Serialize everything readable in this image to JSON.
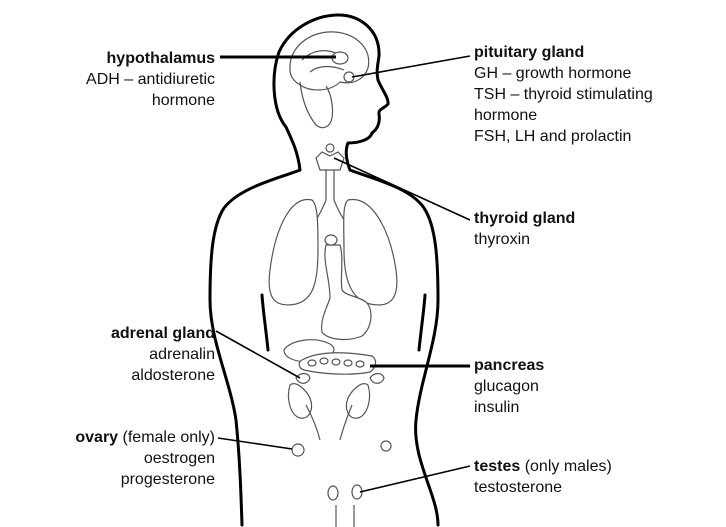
{
  "labels": {
    "hypothalamus": {
      "name": "hypothalamus",
      "lines": [
        "ADH – antidiuretic",
        "hormone"
      ]
    },
    "pituitary": {
      "name": "pituitary gland",
      "lines": [
        "GH – growth hormone",
        "TSH – thyroid stimulating",
        "hormone",
        "FSH, LH and prolactin"
      ]
    },
    "thyroid": {
      "name": "thyroid gland",
      "lines": [
        "thyroxin"
      ]
    },
    "adrenal": {
      "name": "adrenal gland",
      "lines": [
        "adrenalin",
        "aldosterone"
      ]
    },
    "pancreas": {
      "name": "pancreas",
      "lines": [
        "glucagon",
        "insulin"
      ]
    },
    "ovary": {
      "name": "ovary",
      "qualifier": " (female only)",
      "lines": [
        "oestrogen",
        "progesterone"
      ]
    },
    "testes": {
      "name": "testes",
      "qualifier": " (only males)",
      "lines": [
        "testosterone"
      ]
    }
  }
}
